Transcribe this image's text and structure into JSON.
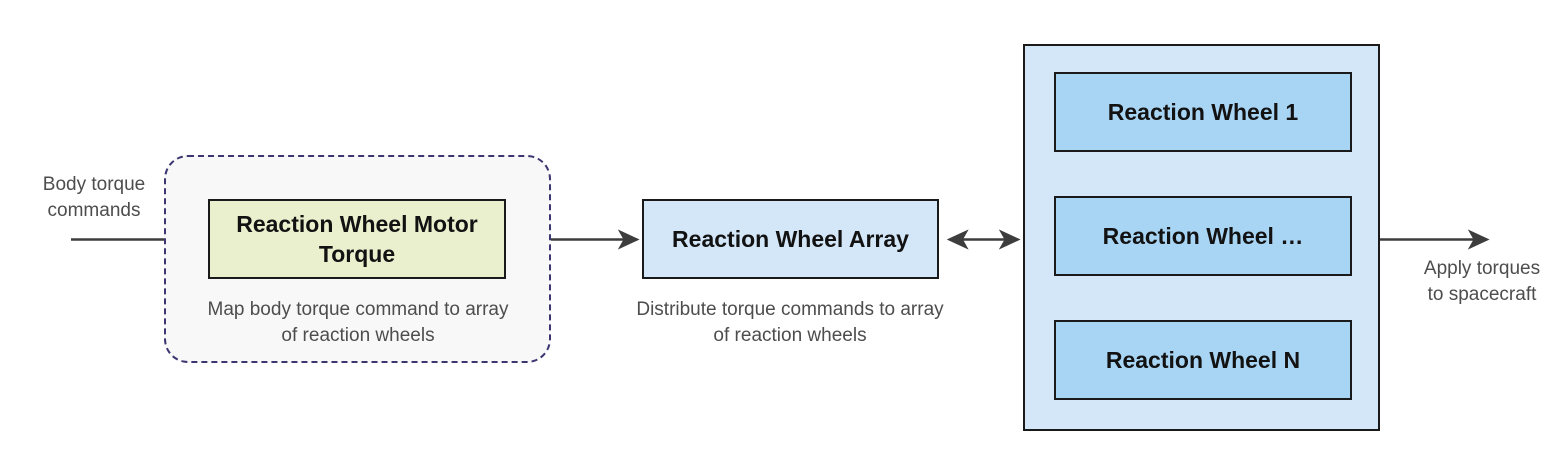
{
  "diagram": {
    "title": "Reaction wheel torque distribution block diagram",
    "colors": {
      "background": "#ffffff",
      "dashed_border": "#3b3570",
      "dashed_fill": "#f8f8f8",
      "block_border": "#1a1a1a",
      "yellow_fill": "#eaefcd",
      "blue_fill": "#d4e7f8",
      "wheel_fill": "#a9d5f5",
      "connector": "#4d4d4d",
      "label_text": "#4d4d4d",
      "block_text": "#121212"
    }
  },
  "labels": {
    "input": "Body torque\ncommands",
    "output": "Apply torques\nto spacecraft"
  },
  "subsystem": {
    "block_label": "Reaction Wheel Motor\nTorque",
    "caption": "Map body torque command to array\nof reaction wheels"
  },
  "array_block": {
    "block_label": "Reaction Wheel Array",
    "caption": "Distribute torque commands to array\nof reaction wheels"
  },
  "wheel_array": {
    "wheels": [
      {
        "label": "Reaction Wheel 1"
      },
      {
        "label": "Reaction Wheel …"
      },
      {
        "label": "Reaction Wheel N"
      }
    ]
  }
}
